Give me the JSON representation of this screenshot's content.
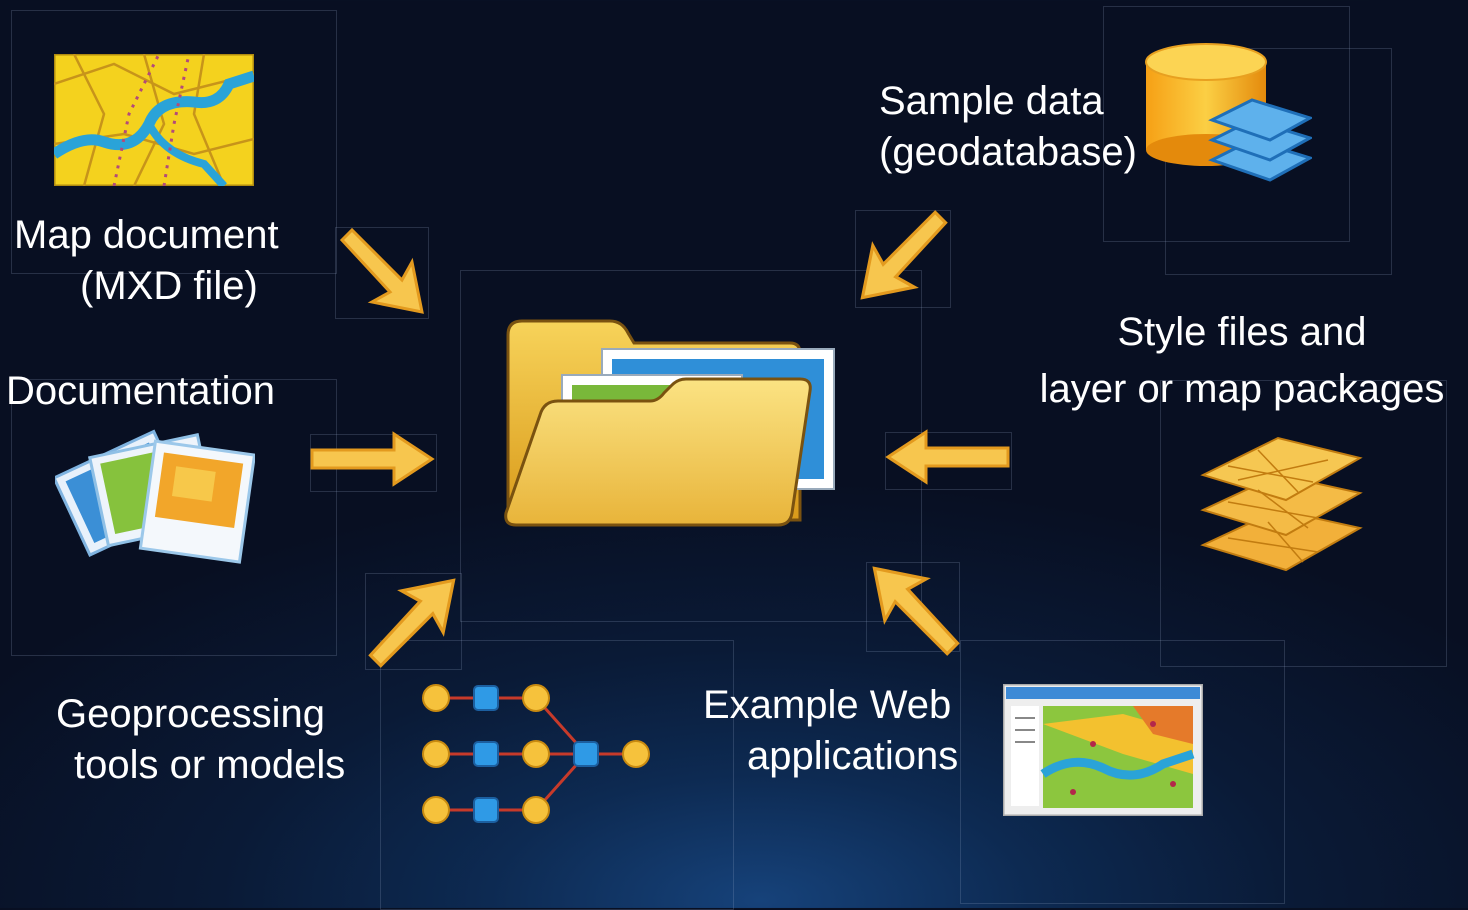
{
  "labels": {
    "map_document": [
      "Map document",
      "(MXD file)"
    ],
    "sample_data": [
      "Sample data",
      "(geodatabase)"
    ],
    "documentation": "Documentation",
    "style_files": [
      "Style files and",
      "layer or map packages"
    ],
    "geoprocessing": [
      "Geoprocessing",
      "tools or models"
    ],
    "web_apps": [
      "Example Web",
      "applications"
    ]
  },
  "icons": {
    "center": "open-folder-icon",
    "map_document": "map-document-icon",
    "sample_data": "geodatabase-icon",
    "documentation": "documentation-icon",
    "style_files": "layer-packages-icon",
    "geoprocessing": "model-tools-icon",
    "web_apps": "web-application-icon",
    "arrows": "arrow-icon"
  },
  "colors": {
    "background": "#0a1a36",
    "text": "#ffffff",
    "arrow_fill": "#f7c64e",
    "arrow_stroke": "#e39a1e",
    "folder": "#f2c23c"
  }
}
